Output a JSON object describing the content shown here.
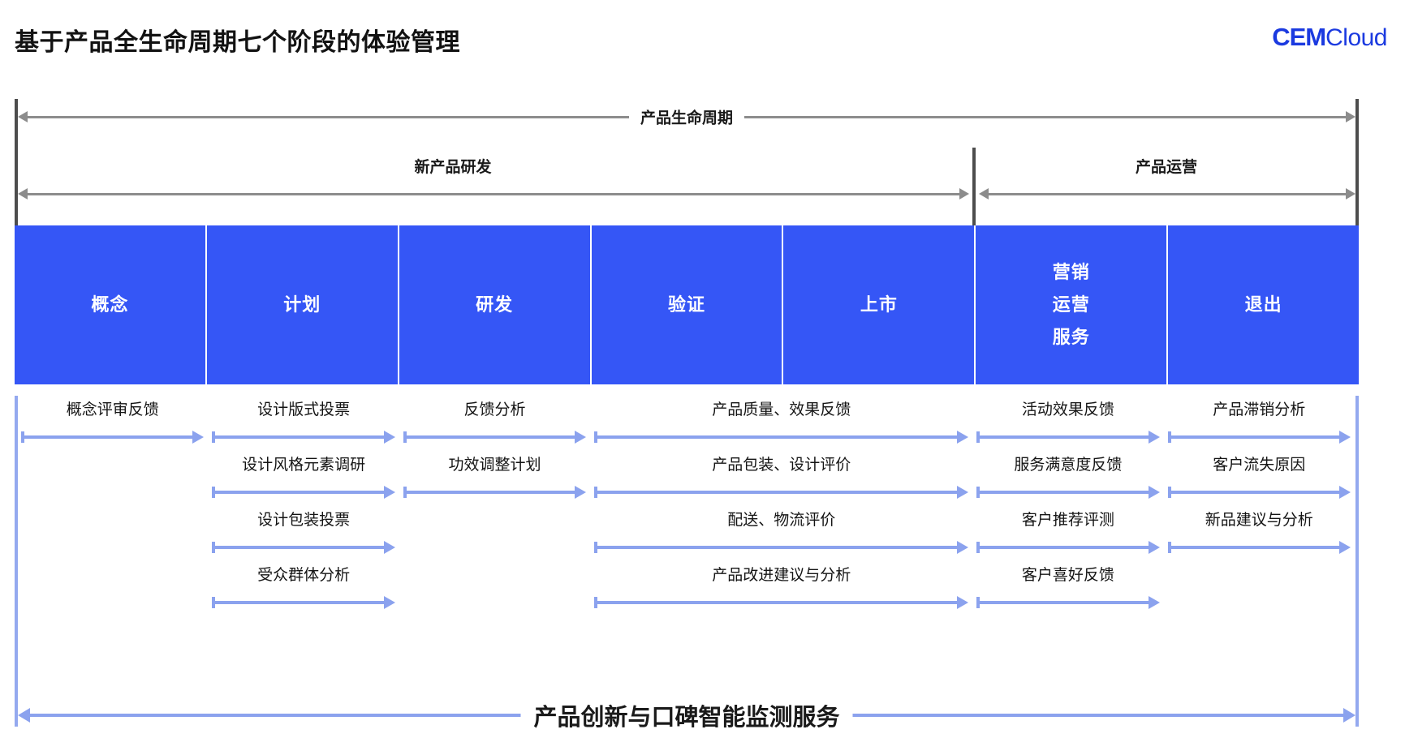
{
  "header": {
    "title": "基于产品全生命周期七个阶段的体验管理",
    "logo_mark": "CEM",
    "logo_word": "Cloud",
    "logo_color": "#1b3ae0"
  },
  "brackets": {
    "lifecycle_label": "产品生命周期",
    "phase_left_label": "新产品研发",
    "phase_right_label": "产品运营"
  },
  "stages": [
    {
      "lines": [
        "概念"
      ]
    },
    {
      "lines": [
        "计划"
      ]
    },
    {
      "lines": [
        "研发"
      ]
    },
    {
      "lines": [
        "验证"
      ]
    },
    {
      "lines": [
        "上市"
      ]
    },
    {
      "lines": [
        "营销",
        "运营",
        "服务"
      ]
    },
    {
      "lines": [
        "退出"
      ]
    }
  ],
  "feedback_rows": [
    [
      {
        "label": "概念评审反馈",
        "col_start": 0,
        "col_span": 1
      },
      {
        "label": "设计版式投票",
        "col_start": 1,
        "col_span": 1
      },
      {
        "label": "反馈分析",
        "col_start": 2,
        "col_span": 1
      },
      {
        "label": "产品质量、效果反馈",
        "col_start": 3,
        "col_span": 2
      },
      {
        "label": "活动效果反馈",
        "col_start": 5,
        "col_span": 1
      },
      {
        "label": "产品滞销分析",
        "col_start": 6,
        "col_span": 1
      }
    ],
    [
      {
        "label": "设计风格元素调研",
        "col_start": 1,
        "col_span": 1
      },
      {
        "label": "功效调整计划",
        "col_start": 2,
        "col_span": 1
      },
      {
        "label": "产品包装、设计评价",
        "col_start": 3,
        "col_span": 2
      },
      {
        "label": "服务满意度反馈",
        "col_start": 5,
        "col_span": 1
      },
      {
        "label": "客户流失原因",
        "col_start": 6,
        "col_span": 1
      }
    ],
    [
      {
        "label": "设计包装投票",
        "col_start": 1,
        "col_span": 1
      },
      {
        "label": "配送、物流评价",
        "col_start": 3,
        "col_span": 2
      },
      {
        "label": "客户推荐评测",
        "col_start": 5,
        "col_span": 1
      },
      {
        "label": "新品建议与分析",
        "col_start": 6,
        "col_span": 1
      }
    ],
    [
      {
        "label": "受众群体分析",
        "col_start": 1,
        "col_span": 1
      },
      {
        "label": "产品改进建议与分析",
        "col_start": 3,
        "col_span": 2
      },
      {
        "label": "客户喜好反馈",
        "col_start": 5,
        "col_span": 1
      }
    ]
  ],
  "footer": {
    "label": "产品创新与口碑智能监测服务"
  },
  "colors": {
    "stage_blue": "#3556f6",
    "arrow_light_blue": "#8ba2ee",
    "bracket_grey": "#8c8c8c",
    "rail_dark": "#4d4d4d",
    "text": "#141414"
  }
}
